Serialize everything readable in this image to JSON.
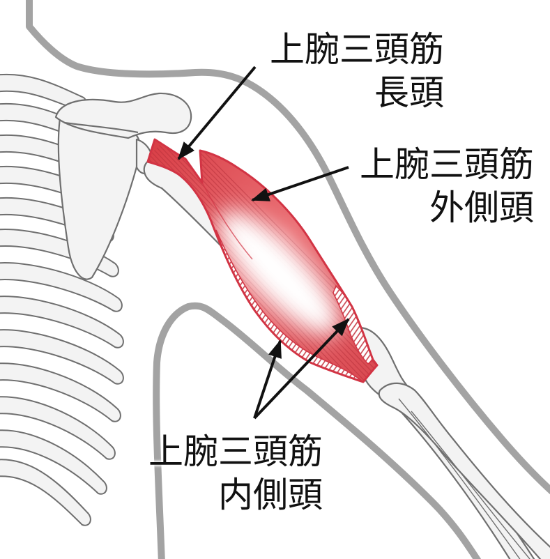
{
  "labels": {
    "long_head": {
      "line1": "上腕三頭筋",
      "line2": "長頭"
    },
    "lateral_head": {
      "line1": "上腕三頭筋",
      "line2": "外側頭"
    },
    "medial_head": {
      "line1": "上腕三頭筋",
      "line2": "内側頭"
    }
  },
  "colors": {
    "body_outline": "#a3a3a3",
    "bone_fill": "#f3f3f3",
    "bone_stroke": "#6f6f6f",
    "muscle_outline": "#d23444",
    "muscle_fiber": "#b8323c",
    "muscle_hatch": "#c8404a",
    "highlight": "#ffffff",
    "arrow": "#111111",
    "text": "#111111"
  }
}
